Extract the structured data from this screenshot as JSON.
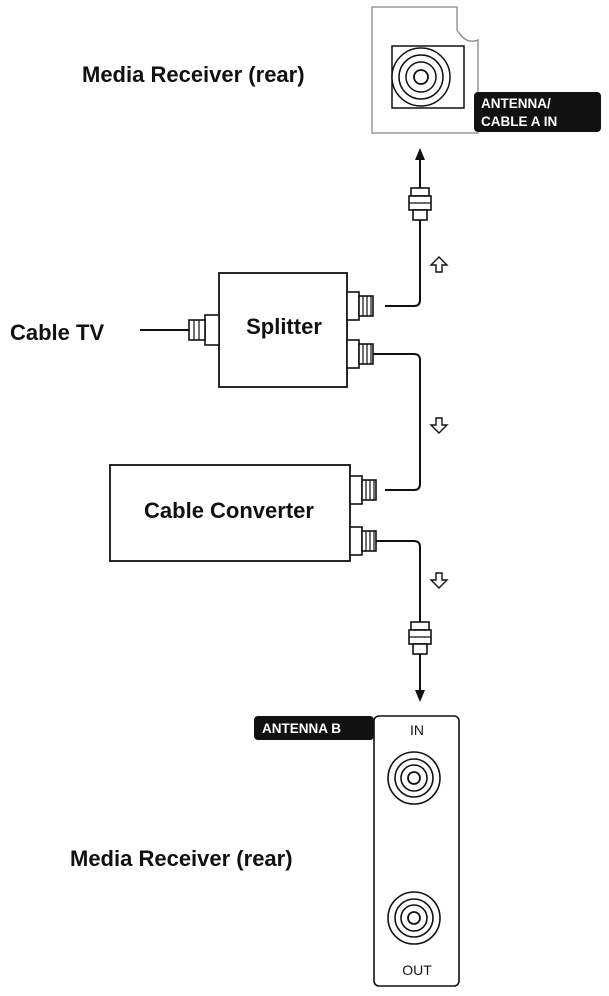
{
  "top_receiver": {
    "label": "Media Receiver (rear)",
    "port_tag_line1": "ANTENNA/",
    "port_tag_line2": "CABLE A IN"
  },
  "source": {
    "label": "Cable TV"
  },
  "splitter": {
    "label": "Splitter"
  },
  "converter": {
    "label": "Cable Converter"
  },
  "bottom_receiver": {
    "label": "Media Receiver (rear)",
    "port_tag": "ANTENNA B",
    "in_label": "IN",
    "out_label": "OUT"
  },
  "colors": {
    "line": "#111111",
    "tag_bg": "#111111",
    "tag_text": "#ffffff",
    "panel": "#ffffff"
  }
}
